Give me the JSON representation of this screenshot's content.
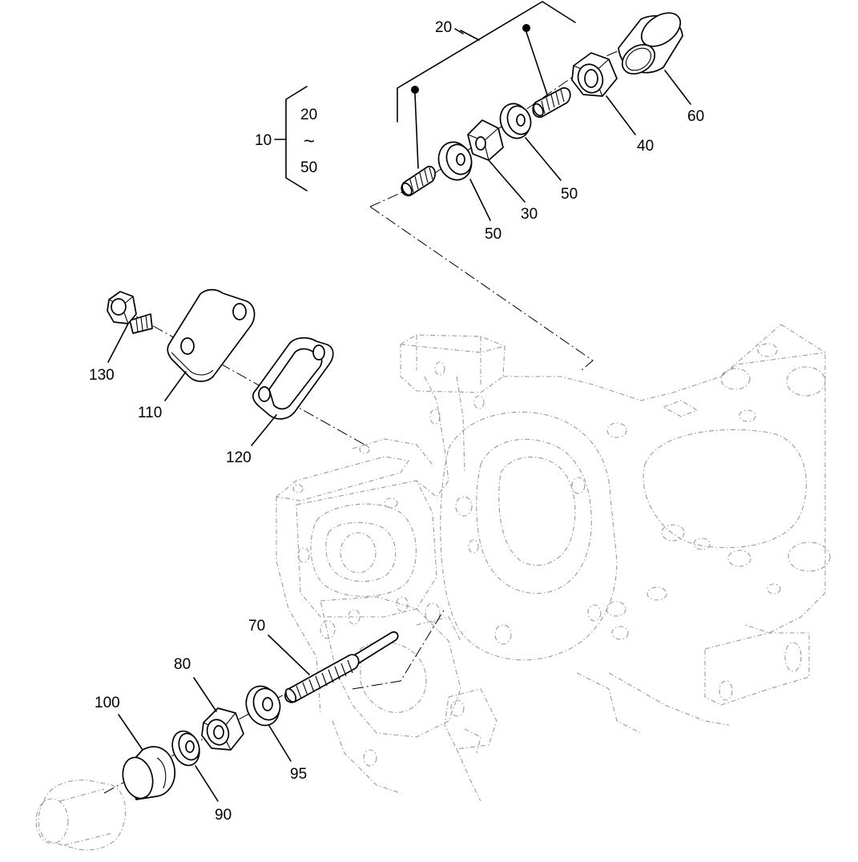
{
  "diagram": {
    "group": {
      "id": "10",
      "range_from": "20",
      "range_symbol": "~",
      "range_to": "50"
    },
    "callouts": [
      {
        "key": "p20",
        "label": "20"
      },
      {
        "key": "p30",
        "label": "30"
      },
      {
        "key": "p40",
        "label": "40"
      },
      {
        "key": "p50a",
        "label": "50"
      },
      {
        "key": "p50b",
        "label": "50"
      },
      {
        "key": "p60",
        "label": "60"
      },
      {
        "key": "p70",
        "label": "70"
      },
      {
        "key": "p80",
        "label": "80"
      },
      {
        "key": "p90",
        "label": "90"
      },
      {
        "key": "p95",
        "label": "95"
      },
      {
        "key": "p100",
        "label": "100"
      },
      {
        "key": "p110",
        "label": "110"
      },
      {
        "key": "p120",
        "label": "120"
      },
      {
        "key": "p130",
        "label": "130"
      }
    ]
  }
}
